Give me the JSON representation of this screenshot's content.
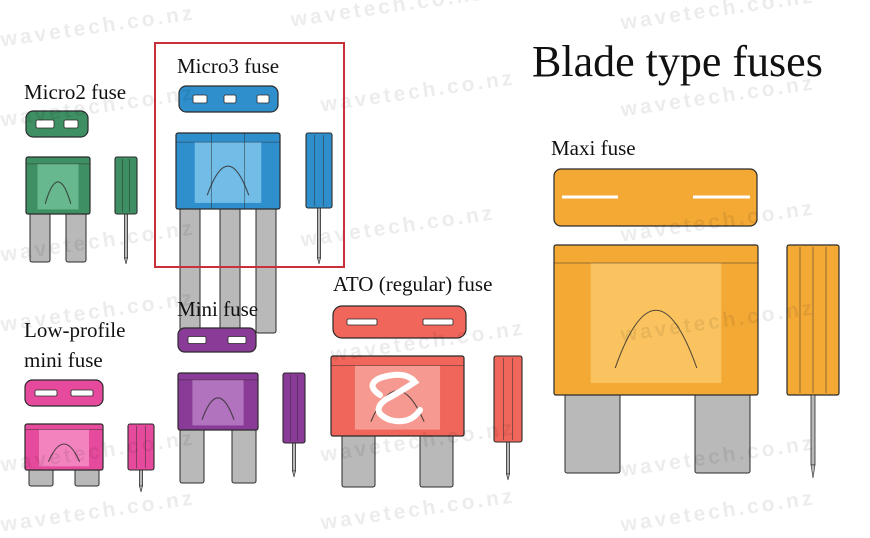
{
  "title": "Blade type fuses",
  "watermark": "wavetech.co.nz",
  "fuses": [
    {
      "id": "micro2",
      "label": "Micro2 fuse",
      "color": "#3e8f63",
      "light": "#6fc096"
    },
    {
      "id": "micro3",
      "label": "Micro3 fuse",
      "color": "#2e8fcc",
      "light": "#7ec5ec",
      "highlighted": true
    },
    {
      "id": "maxi",
      "label": "Maxi fuse",
      "color": "#f4a935",
      "light": "#fbc867"
    },
    {
      "id": "low-profile-mini",
      "label_line1": "Low-profile",
      "label_line2": "mini fuse",
      "color": "#e64a9c",
      "light": "#f58dc4"
    },
    {
      "id": "mini",
      "label": "Mini fuse",
      "color": "#8a3a97",
      "light": "#b77ec3"
    },
    {
      "id": "ato",
      "label": "ATO (regular) fuse",
      "color": "#f0665a",
      "light": "#f7a39b"
    }
  ],
  "colors": {
    "highlight_box": "#c8303a",
    "terminal": "#b9b9b9",
    "outline": "#2a2a2a"
  }
}
